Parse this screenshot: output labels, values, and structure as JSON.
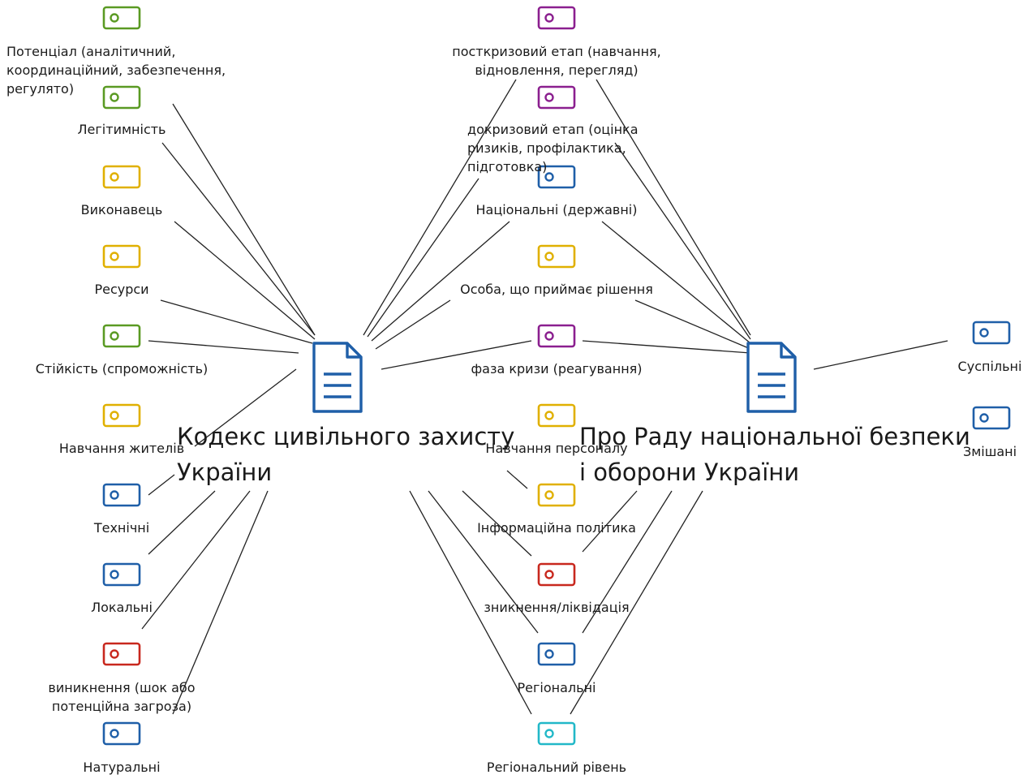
{
  "documents": [
    {
      "id": "d1",
      "title_lines": [
        "Кодекс цивільного захисту",
        "України"
      ],
      "color": "#1f5fa8"
    },
    {
      "id": "d2",
      "title_lines": [
        "Про Раду національної безпеки",
        "і оборони України"
      ],
      "color": "#1f5fa8"
    }
  ],
  "tags": [
    {
      "id": "t1",
      "lines": [
        "Потенціал (аналітичний,",
        "координаційний, забезпечення,",
        "регулято)"
      ],
      "color": "#5a9a23",
      "doc": [
        "d1"
      ]
    },
    {
      "id": "t2",
      "lines": [
        "Легітимність"
      ],
      "color": "#5a9a23",
      "doc": [
        "d1"
      ]
    },
    {
      "id": "t3",
      "lines": [
        "Виконавець"
      ],
      "color": "#e0b000",
      "doc": [
        "d1"
      ]
    },
    {
      "id": "t4",
      "lines": [
        "Ресурси"
      ],
      "color": "#e0b000",
      "doc": [
        "d1"
      ]
    },
    {
      "id": "t5",
      "lines": [
        "Стійкість (спроможність)"
      ],
      "color": "#5a9a23",
      "doc": [
        "d1"
      ]
    },
    {
      "id": "t6",
      "lines": [
        "Навчання жителів"
      ],
      "color": "#e0b000",
      "doc": [
        "d1"
      ]
    },
    {
      "id": "t7",
      "lines": [
        "Технічні"
      ],
      "color": "#1f5fa8",
      "doc": [
        "d1"
      ]
    },
    {
      "id": "t8",
      "lines": [
        "Локальні"
      ],
      "color": "#1f5fa8",
      "doc": [
        "d1"
      ]
    },
    {
      "id": "t9",
      "lines": [
        "виникнення (шок або",
        "потенційна загроза)"
      ],
      "color": "#c8281e",
      "doc": [
        "d1"
      ]
    },
    {
      "id": "t10",
      "lines": [
        "Натуральні"
      ],
      "color": "#1f5fa8",
      "doc": [
        "d1"
      ]
    },
    {
      "id": "t11",
      "lines": [
        "посткризовий етап (навчання,",
        "відновлення, перегляд)"
      ],
      "color": "#8b1f8f",
      "doc": [
        "d1",
        "d2"
      ]
    },
    {
      "id": "t12",
      "lines": [
        "докризовий етап (оцінка",
        "ризиків, профілактика,",
        "підготовка)"
      ],
      "color": "#8b1f8f",
      "doc": [
        "d1",
        "d2"
      ]
    },
    {
      "id": "t13",
      "lines": [
        "Національні (державні)"
      ],
      "color": "#1f5fa8",
      "doc": [
        "d1",
        "d2"
      ]
    },
    {
      "id": "t14",
      "lines": [
        "Особа, що приймає рішення"
      ],
      "color": "#e0b000",
      "doc": [
        "d1",
        "d2"
      ]
    },
    {
      "id": "t15",
      "lines": [
        "фаза кризи (реагування)"
      ],
      "color": "#8b1f8f",
      "doc": [
        "d1",
        "d2"
      ]
    },
    {
      "id": "t16",
      "lines": [
        "Навчання персоналу"
      ],
      "color": "#e0b000",
      "doc": [
        "d1"
      ]
    },
    {
      "id": "t17",
      "lines": [
        "Інформаційна політика"
      ],
      "color": "#e0b000",
      "doc": [
        "d1"
      ]
    },
    {
      "id": "t18",
      "lines": [
        "зникнення/ліквідація"
      ],
      "color": "#c8281e",
      "doc": [
        "d1",
        "d2"
      ]
    },
    {
      "id": "t19",
      "lines": [
        "Регіональні"
      ],
      "color": "#1f5fa8",
      "doc": [
        "d1",
        "d2"
      ]
    },
    {
      "id": "t20",
      "lines": [
        "Регіональний рівень"
      ],
      "color": "#22b8c8",
      "doc": [
        "d1",
        "d2"
      ]
    },
    {
      "id": "t21",
      "lines": [
        "Суспільні"
      ],
      "color": "#1f5fa8",
      "doc": [
        "d2"
      ]
    },
    {
      "id": "t22",
      "lines": [
        "Змішані"
      ],
      "color": "#1f5fa8",
      "doc": []
    }
  ]
}
